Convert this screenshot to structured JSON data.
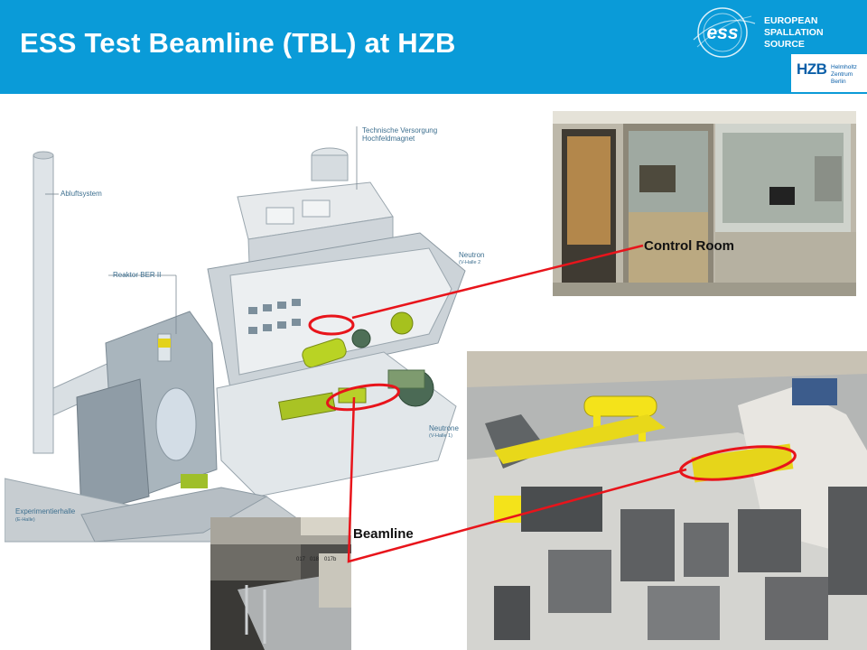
{
  "slide": {
    "title": "ESS Test Beamline (TBL) at HZB"
  },
  "ess_logo": {
    "mark": "ess",
    "line1": "EUROPEAN",
    "line2": "SPALLATION",
    "line3": "SOURCE"
  },
  "hzb_logo": {
    "mark": "HZB",
    "sub1": "Helmholtz",
    "sub2": "Zentrum Berlin"
  },
  "cutaway": {
    "labels": {
      "abluftsystem": "Abluftsystem",
      "reaktor": "Reaktor BER II",
      "technische_1": "Technische Versorgung",
      "technische_2": "Hochfeldmagnet",
      "neutron_2": "Neutron",
      "halle_2": "(V-Halle 2",
      "neutronen_1": "Neutrone",
      "halle_1": "(V-Halle 1)",
      "experimentier": "Experimentierhalle",
      "e_halle": "(E-Halle)"
    }
  },
  "callouts": {
    "control_room": "Control  Room",
    "beamline": "Beamline"
  },
  "bench_photo": {
    "tags": [
      "017",
      "018",
      "017b"
    ]
  },
  "colors": {
    "header": "#0a9bd8",
    "highlight": "#e8141b",
    "model_yellow": "#f4e31a"
  }
}
